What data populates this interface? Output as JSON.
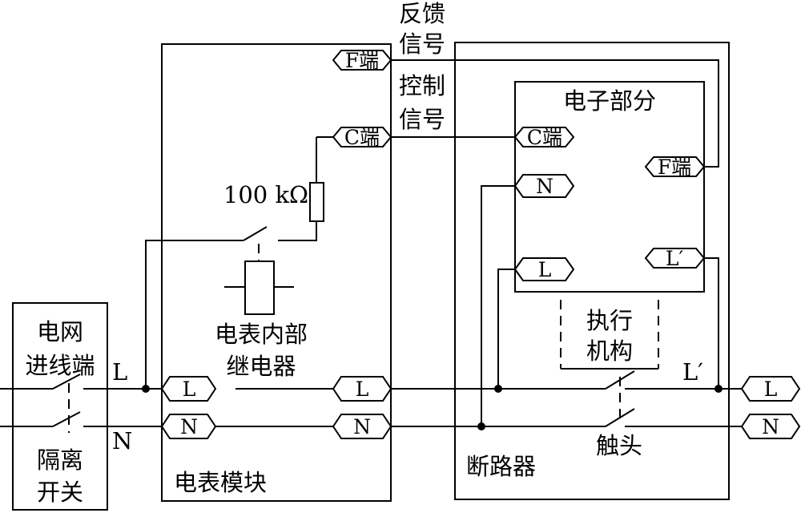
{
  "labels": {
    "feedback_line1": "反馈",
    "feedback_line2": "信号",
    "control_line1": "控制",
    "control_line2": "信号",
    "electronic_part": "电子部分",
    "resistor_value": "100 kΩ",
    "relay_line1": "电表内部",
    "relay_line2": "继电器",
    "grid_line1": "电网",
    "grid_line2": "进线端",
    "isolator_line1": "隔离",
    "isolator_line2": "开关",
    "wire_L": "L",
    "wire_N": "N",
    "wire_L_prime": "L′",
    "meter_module": "电表模块",
    "breaker": "断路器",
    "actuator_line1": "执行",
    "actuator_line2": "机构",
    "contact": "触头"
  },
  "terminals": {
    "meter_F": "F端",
    "meter_C": "C端",
    "meter_L": "L",
    "meter_N": "N",
    "meter_L_out": "L",
    "meter_N_out": "N",
    "elec_C": "C端",
    "elec_N": "N",
    "elec_L": "L",
    "elec_F": "F端",
    "elec_L_prime": "L′",
    "out_L": "L",
    "out_N": "N"
  }
}
